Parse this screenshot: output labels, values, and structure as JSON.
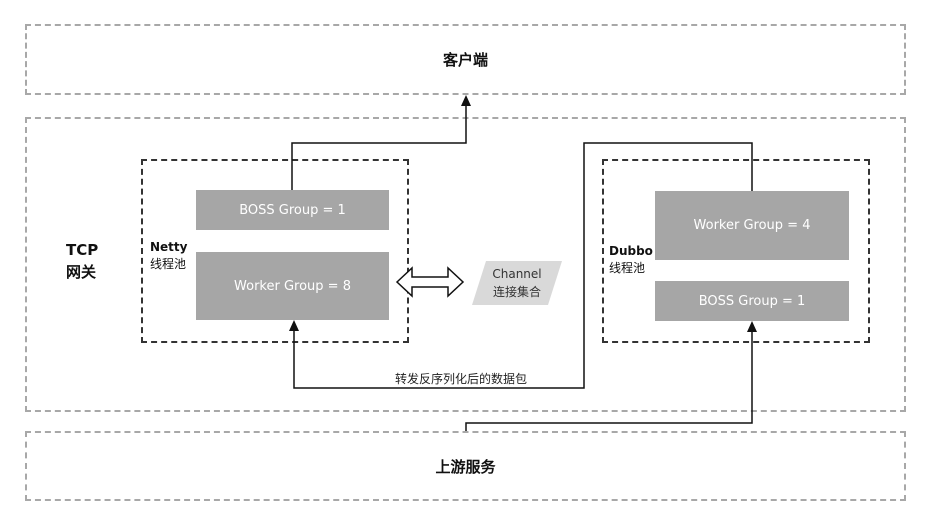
{
  "client": {
    "label": "客户端"
  },
  "gateway": {
    "title_line1": "TCP",
    "title_line2": "网关"
  },
  "upstream": {
    "label": "上游服务"
  },
  "netty": {
    "label_line1": "Netty",
    "label_line2": "线程池",
    "boss": "BOSS Group   = 1",
    "worker": "Worker Group = 8"
  },
  "dubbo": {
    "label_line1": "Dubbo",
    "label_line2": "线程池",
    "worker": "Worker Group = 4",
    "boss": "BOSS Group  = 1"
  },
  "channel": {
    "line1": "Channel",
    "line2": "连接集合"
  },
  "packet_label": "转发反序列化后的数据包"
}
